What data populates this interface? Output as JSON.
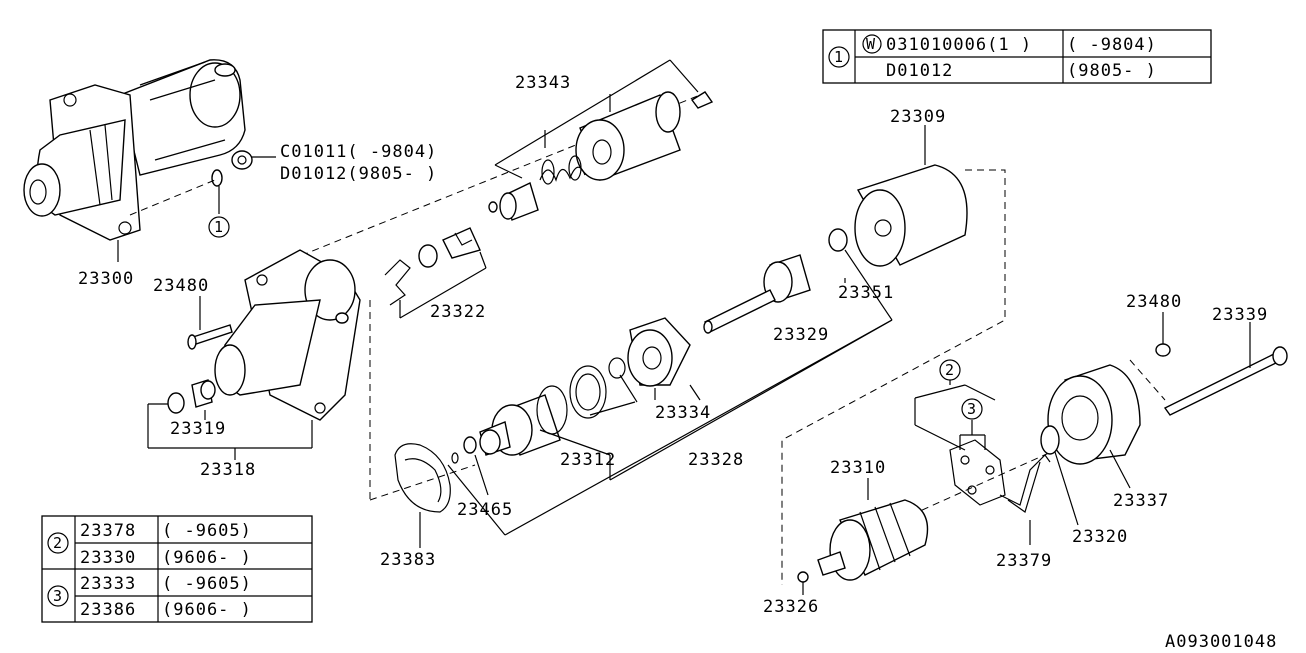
{
  "callouts": {
    "c23300": "23300",
    "c23343": "23343",
    "c23309": "23309",
    "c23480a": "23480",
    "c23322": "23322",
    "c23351": "23351",
    "c23329": "23329",
    "c23319": "23319",
    "c23318": "23318",
    "c23334": "23334",
    "c23312": "23312",
    "c23328": "23328",
    "c23465": "23465",
    "c23383": "23383",
    "c23480b": "23480",
    "c23339": "23339",
    "c23337": "23337",
    "c23310": "23310",
    "c23320": "23320",
    "c23379": "23379",
    "c23326": "23326"
  },
  "nut_note": {
    "line1": "C01011(   -9804)",
    "line2": "D01012(9805-   )"
  },
  "ref_markers": {
    "m1": "1",
    "m2": "2",
    "m3": "3"
  },
  "table_top": {
    "marker": "1",
    "washer_symbol": "W",
    "rows": [
      {
        "part": "031010006(1 )",
        "range": "(    -9804)"
      },
      {
        "part": "D01012",
        "range": "(9805-    )"
      }
    ]
  },
  "table_bottom": {
    "groups": [
      {
        "marker": "2",
        "rows": [
          {
            "part": "23378",
            "range": "(     -9605)"
          },
          {
            "part": "23330",
            "range": "(9606-     )"
          }
        ]
      },
      {
        "marker": "3",
        "rows": [
          {
            "part": "23333",
            "range": "(     -9605)"
          },
          {
            "part": "23386",
            "range": "(9606-     )"
          }
        ]
      }
    ]
  },
  "diagram_id": "A093001048"
}
